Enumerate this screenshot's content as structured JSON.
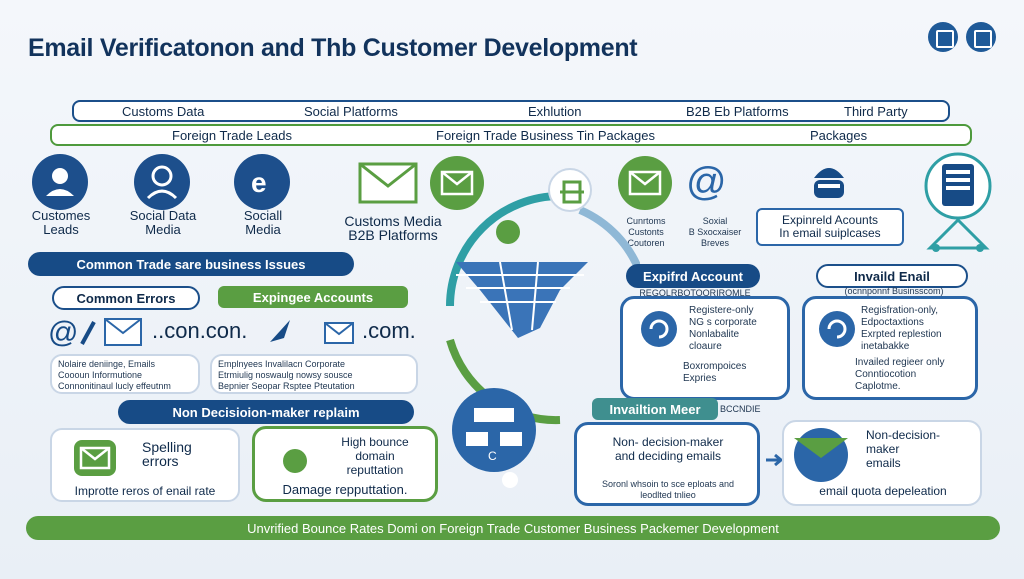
{
  "title": "Email Verificatonon and Thb Customer Development",
  "top_bar": [
    "Customs Data",
    "Social Platforms",
    "Exhlution",
    "B2B Eb Platforms",
    "Third Party"
  ],
  "second_bar": [
    "Foreign Trade Leads",
    "Foreign Trade Business Tin Packages",
    "Packages"
  ],
  "icons_row": {
    "left": [
      {
        "label": "Customes\nLeads",
        "icon": "user-icon"
      },
      {
        "label": "Social Data\nMedia",
        "icon": "user-icon"
      },
      {
        "label": "Sociall\nMedia",
        "icon": "e-letter-icon"
      }
    ],
    "middle_label": "Customs Media\nB2B Platforms",
    "right_small": [
      "Cunrtoms\nCustonts\nCoutoren",
      "Soxial\nB Sxocxaiser\nBreves"
    ],
    "expired_box": "Expinreld Acounts\nIn email suiplcases"
  },
  "common_trade": "Common Trade sare business Issues",
  "common_errors": "Common Errors",
  "expired_accounts": "Expingee Accounts",
  "domain_text1": "..con.con.",
  "domain_text2": ".com.",
  "left_notes": {
    "a": "Nolaire deniinge, Emails\nCoooun Informutione\nConnonitinaul lucly effeutnm",
    "b": "Emplnyees   Invalilacn Corporate\nEtrmiulig noswaulg nowsy sousce\nBepnier   Seopar Rsptee Pteutation"
  },
  "non_decision_left": "Non Decisioion-maker replaim",
  "spelling_card": {
    "title": "Spelling\nerrors",
    "caption": "Improtte reros of enail rate"
  },
  "bounce_card": {
    "title": "High bounce\ndomain\nreputtation",
    "caption": "Damage repputtation."
  },
  "expired_account_pill": "Expifrd Account",
  "expired_sub": "REGOLRBOTOORIROMLE",
  "invalid_email_pill": "Invaild Enail",
  "invalid_sub": "(ocnnponnf Businsscom)",
  "mid_right_card": {
    "line1": "Registere-only\nNG s corporate\nNonlabalite\ncloaure",
    "line2": "Boxrompoices\nExpries"
  },
  "right_card": {
    "line1": "Regisfration-only,\nEdpoctaxtions\nExrpted replestion\ninetabakke",
    "line2": "Invailed regieer only\nConntiocotion\nCaplotme."
  },
  "invalid_meer": "Invailtion Meer",
  "invalid_meer_sub": "BCCNDIE",
  "non_decision_card": {
    "title": "Non- decision-maker\nand  deciding emails",
    "note": "Soronl whsoin to sce eploats and\nleodlted tnlieo"
  },
  "quota_card": {
    "title": "Non-decision-\nmaker\nemails",
    "caption": "email quota depeleation"
  },
  "footer": "Unvrified Bounce Rates Domi on Foreign Trade Customer Business Packemer Development",
  "colors": {
    "navy": "#174b86",
    "green": "#5a9e42",
    "bg": "#eef3f8"
  }
}
